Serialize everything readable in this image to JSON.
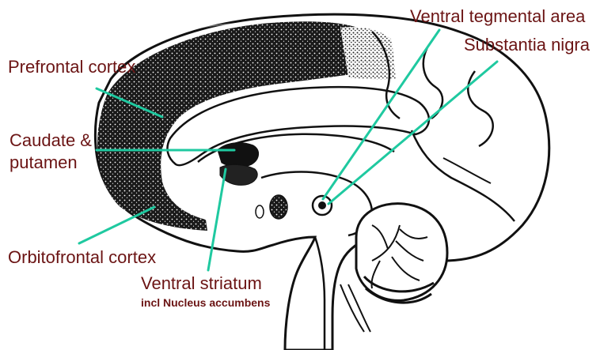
{
  "labels": {
    "prefrontal": "Prefrontal cortex",
    "caudate_line1": "Caudate &",
    "caudate_line2": "putamen",
    "orbitofrontal": "Orbitofrontal cortex",
    "ventral_striatum": "Ventral striatum",
    "ventral_striatum_sub": "incl Nucleus accumbens",
    "vta": "Ventral tegmental area",
    "substantia_nigra": "Substantia nigra"
  },
  "colors": {
    "label_text": "#6b1414",
    "pointer_line": "#1fc9a0",
    "outline": "#111111",
    "shading": "#222222",
    "background": "#ffffff"
  }
}
